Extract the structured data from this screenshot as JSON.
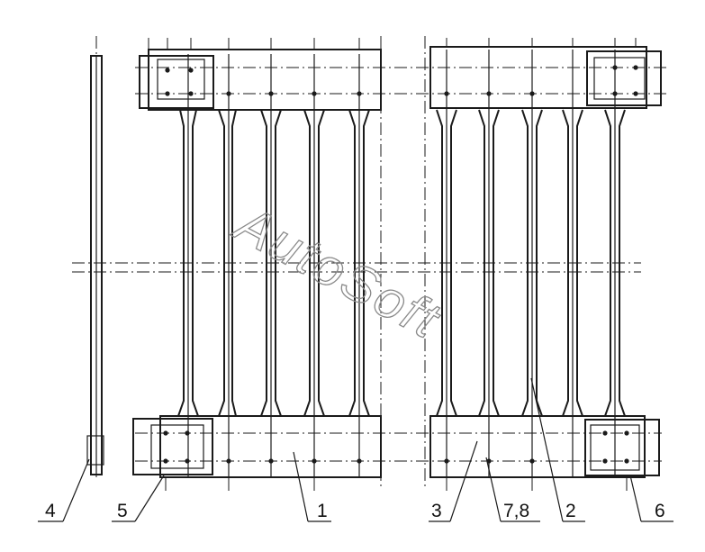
{
  "watermark": "AutoSoft",
  "callouts": [
    {
      "id": "4",
      "text": "4"
    },
    {
      "id": "5",
      "text": "5"
    },
    {
      "id": "1",
      "text": "1"
    },
    {
      "id": "3",
      "text": "3"
    },
    {
      "id": "78",
      "text": "7,8"
    },
    {
      "id": "2",
      "text": "2"
    },
    {
      "id": "6",
      "text": "6"
    }
  ]
}
